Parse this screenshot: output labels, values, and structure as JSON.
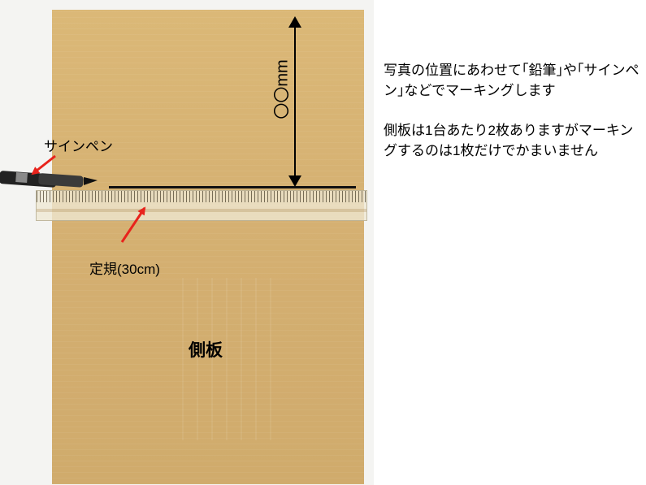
{
  "photo": {
    "labels": {
      "pen": "サインペン",
      "ruler": "定規(30cm)",
      "board": "側板",
      "dimension": "〇〇mm"
    },
    "colors": {
      "board": "#d6b274",
      "arrow_red": "#e8231c",
      "marking_line": "#111111"
    }
  },
  "instructions": {
    "paragraphs": [
      "写真の位置にあわせて｢鉛筆｣や｢サインペン｣などでマーキングします",
      "側板は1台あたり2枚ありますがマーキングするのは1枚だけでかまいません"
    ]
  }
}
